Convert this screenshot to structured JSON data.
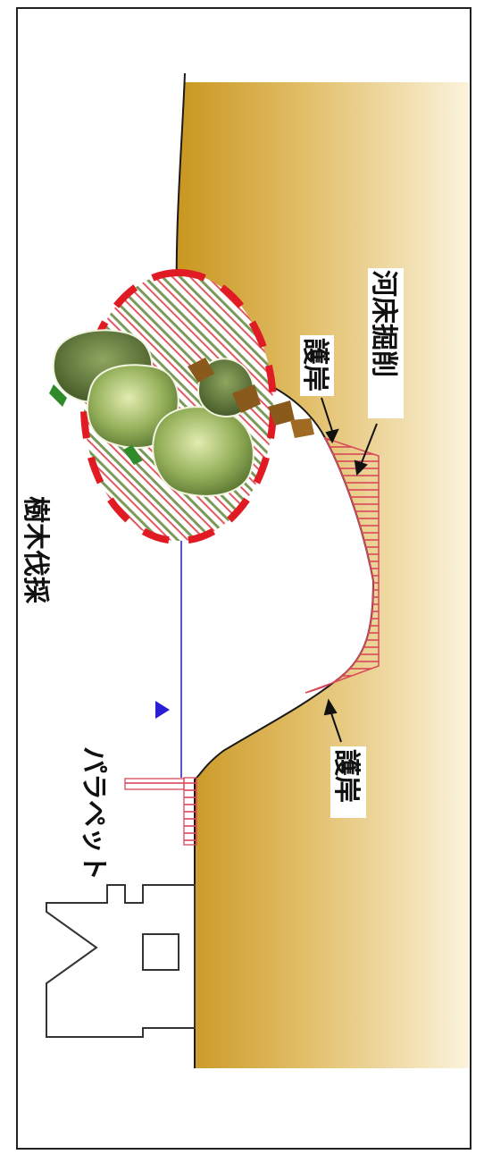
{
  "labels": {
    "tree_felling": "樹木伐採",
    "revetment_upper": "護岸",
    "riverbed_excavation": "河床掘削",
    "revetment_lower": "護岸",
    "parapet": "パラペット"
  },
  "colors": {
    "ground_dark": "#c99a2a",
    "ground_light": "#fbf1d6",
    "excavation_hatch": "#d9475a",
    "tree_circle": "#e01b24",
    "water_line": "#1f18c8",
    "water_marker": "#2a1fd6"
  }
}
